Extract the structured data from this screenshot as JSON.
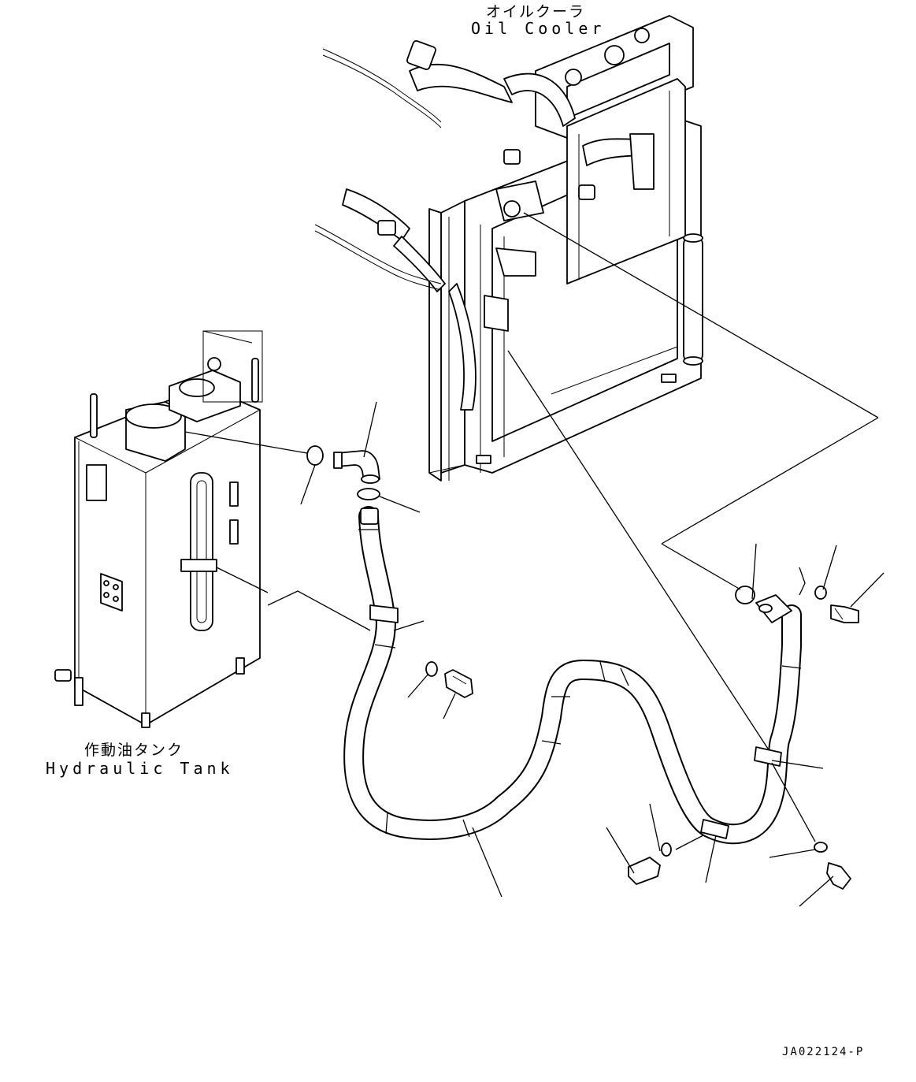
{
  "labels": {
    "oil_cooler_jp": "オイルクーラ",
    "oil_cooler_en": "Oil Cooler",
    "hydraulic_tank_jp": "作動油タンク",
    "hydraulic_tank_en": "Hydraulic Tank",
    "drawing_code": "JA022124-P"
  }
}
